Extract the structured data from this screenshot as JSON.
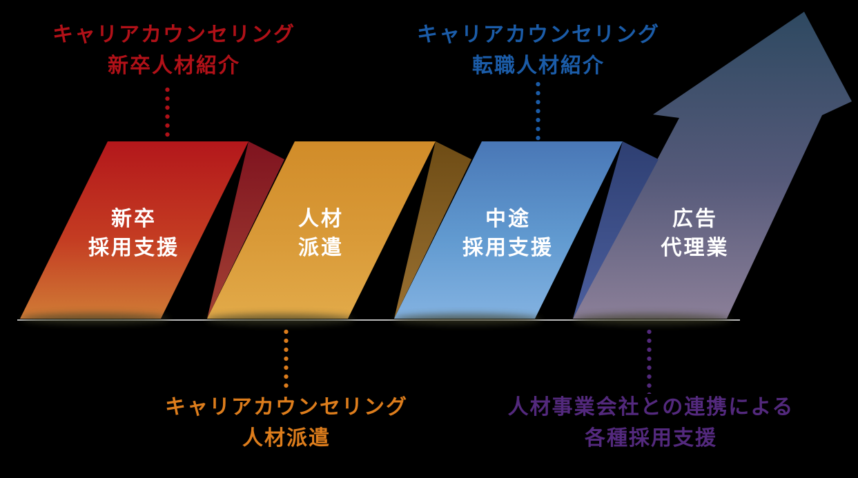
{
  "background": "#000000",
  "baseline_color": "#d0d0d0",
  "shadow_color": "#3c3e28",
  "label_color": "#ffffff",
  "callouts": {
    "top_left": {
      "lines": [
        "キャリアカウンセリング",
        "新卒人材紹介"
      ],
      "color": "#b11118"
    },
    "top_center": {
      "lines": [
        "キャリアカウンセリング",
        "転職人材紹介"
      ],
      "color": "#1b5ca8"
    },
    "bottom_left": {
      "lines": [
        "キャリアカウンセリング",
        "人材派遣"
      ],
      "color": "#dd7d1c"
    },
    "bottom_right": {
      "lines": [
        "人材事業会社との連携による",
        "各種採用支援"
      ],
      "color": "#53297d"
    }
  },
  "panels": [
    {
      "name": "new-grad-recruiting-support",
      "lines": [
        "新卒",
        "採用支援"
      ],
      "face": [
        "#b3171b",
        "#c43c22",
        "#d07c36"
      ],
      "fold": [
        "#7f131f",
        "#a34134"
      ]
    },
    {
      "name": "staffing",
      "lines": [
        "人材",
        "派遣"
      ],
      "face": [
        "#d18c29",
        "#d99a38",
        "#e2aa49"
      ],
      "fold": [
        "#6e4c15",
        "#9a7132"
      ]
    },
    {
      "name": "mid-career-recruiting-support",
      "lines": [
        "中途",
        "採用支援"
      ],
      "face": [
        "#4977b6",
        "#619ad0",
        "#83b2e1"
      ],
      "fold": [
        "#2e3f72",
        "#4c5f9e"
      ]
    },
    {
      "name": "advertising-agency",
      "lines": [
        "広告",
        "代理業"
      ],
      "face": [
        "#2e4961",
        "#565a7a",
        "#8b7f98"
      ],
      "fold": []
    }
  ]
}
